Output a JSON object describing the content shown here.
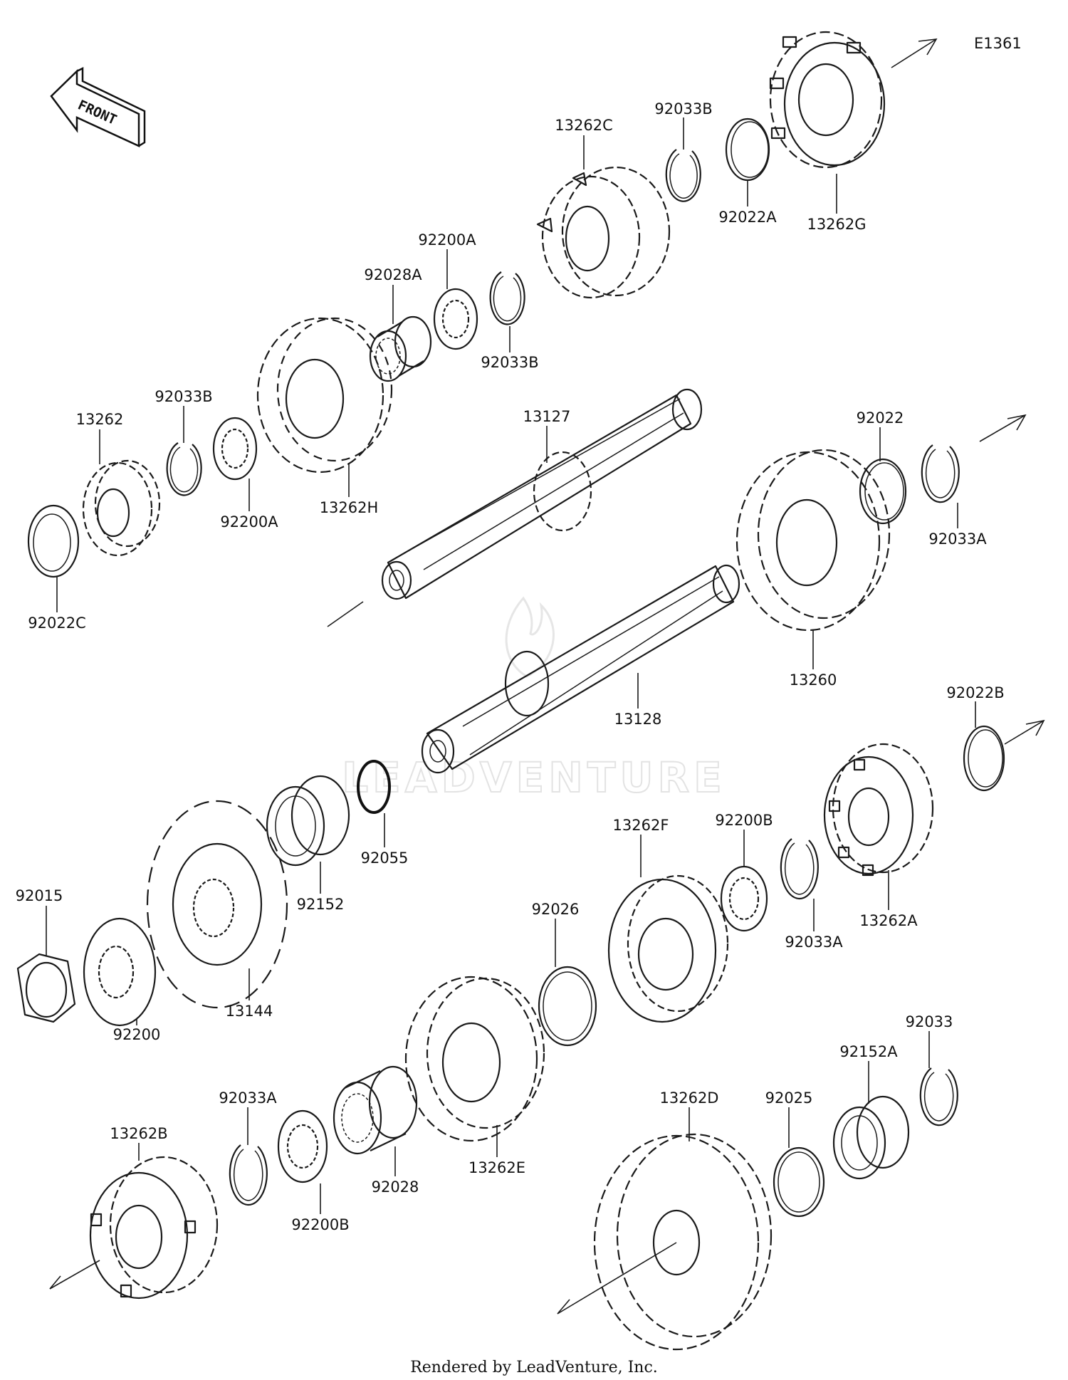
{
  "diagram_code": "E1361",
  "front_label": "FRONT",
  "watermark": "LEADVENTURE",
  "footer": "Rendered by LeadVenture, Inc.",
  "labels": {
    "p13262G": "13262G",
    "p92022A": "92022A",
    "p92033B_top": "92033B",
    "p13262C": "13262C",
    "p92200A_top": "92200A",
    "p92033B_mid": "92033B",
    "p92028A": "92028A",
    "p13262H": "13262H",
    "p92033B_left": "92033B",
    "p92200A_left": "92200A",
    "p13262": "13262",
    "p92022C": "92022C",
    "p13127": "13127",
    "p92022": "92022",
    "p92033A_right": "92033A",
    "p13260": "13260",
    "p13128": "13128",
    "p92022B": "92022B",
    "p92055": "92055",
    "p92152": "92152",
    "p13144": "13144",
    "p92200": "92200",
    "p92015": "92015",
    "p13262F": "13262F",
    "p92200B_right": "92200B",
    "p92033A_mid": "92033A",
    "p13262A": "13262A",
    "p92026": "92026",
    "p13262E": "13262E",
    "p92028": "92028",
    "p92200B_left": "92200B",
    "p92033A_left": "92033A",
    "p13262B": "13262B",
    "p13262D": "13262D",
    "p92025": "92025",
    "p92152A": "92152A",
    "p92033": "92033"
  }
}
